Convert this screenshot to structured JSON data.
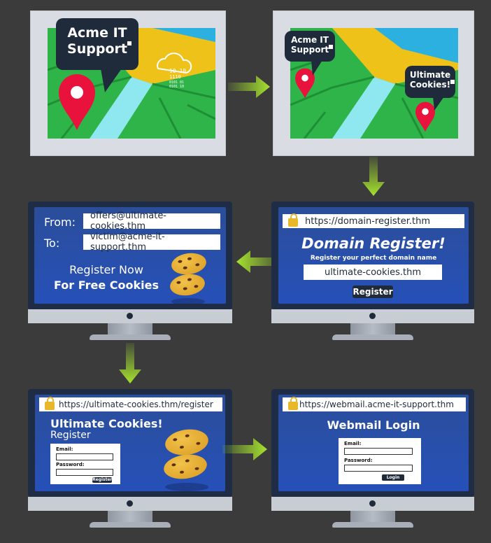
{
  "colors": {
    "background": "#3b3b3b",
    "arrow": "#a6e22e",
    "pin": "#e8123c",
    "screen": "#2650b8",
    "bubble": "#1f2a3b"
  },
  "icons": [
    "map-pin-icon",
    "cloud-binary-icon",
    "lock-icon",
    "cookie-icon",
    "arrow-right-icon",
    "arrow-down-icon",
    "arrow-left-icon"
  ],
  "map1": {
    "bubble": "Acme IT Support",
    "cloud_text": "10 10\n1110\n0101 01\n0101 10"
  },
  "map2": {
    "bubble_left": "Acme IT Support",
    "bubble_right": "Ultimate Cookies!"
  },
  "email": {
    "from_label": "From:",
    "from_value": "offers@ultimate-cookies.thm",
    "to_label": "To:",
    "to_value": "victim@acme-it-support.thm",
    "line1": "Register Now",
    "line2": "For Free Cookies"
  },
  "registrar": {
    "url": "https://domain-register.thm",
    "title": "Domain Register!",
    "subtitle": "Register your perfect domain name",
    "domain": "ultimate-cookies.thm",
    "button": "Register"
  },
  "phish": {
    "url": "https://ultimate-cookies.thm/register",
    "title": "Ultimate Cookies!",
    "subtitle": "Register",
    "email_label": "Email:",
    "password_label": "Password:",
    "button": "Register"
  },
  "webmail": {
    "url": "https://webmail.acme-it-support.thm",
    "title": "Webmail Login",
    "email_label": "Email:",
    "password_label": "Password:",
    "button": "Login"
  }
}
